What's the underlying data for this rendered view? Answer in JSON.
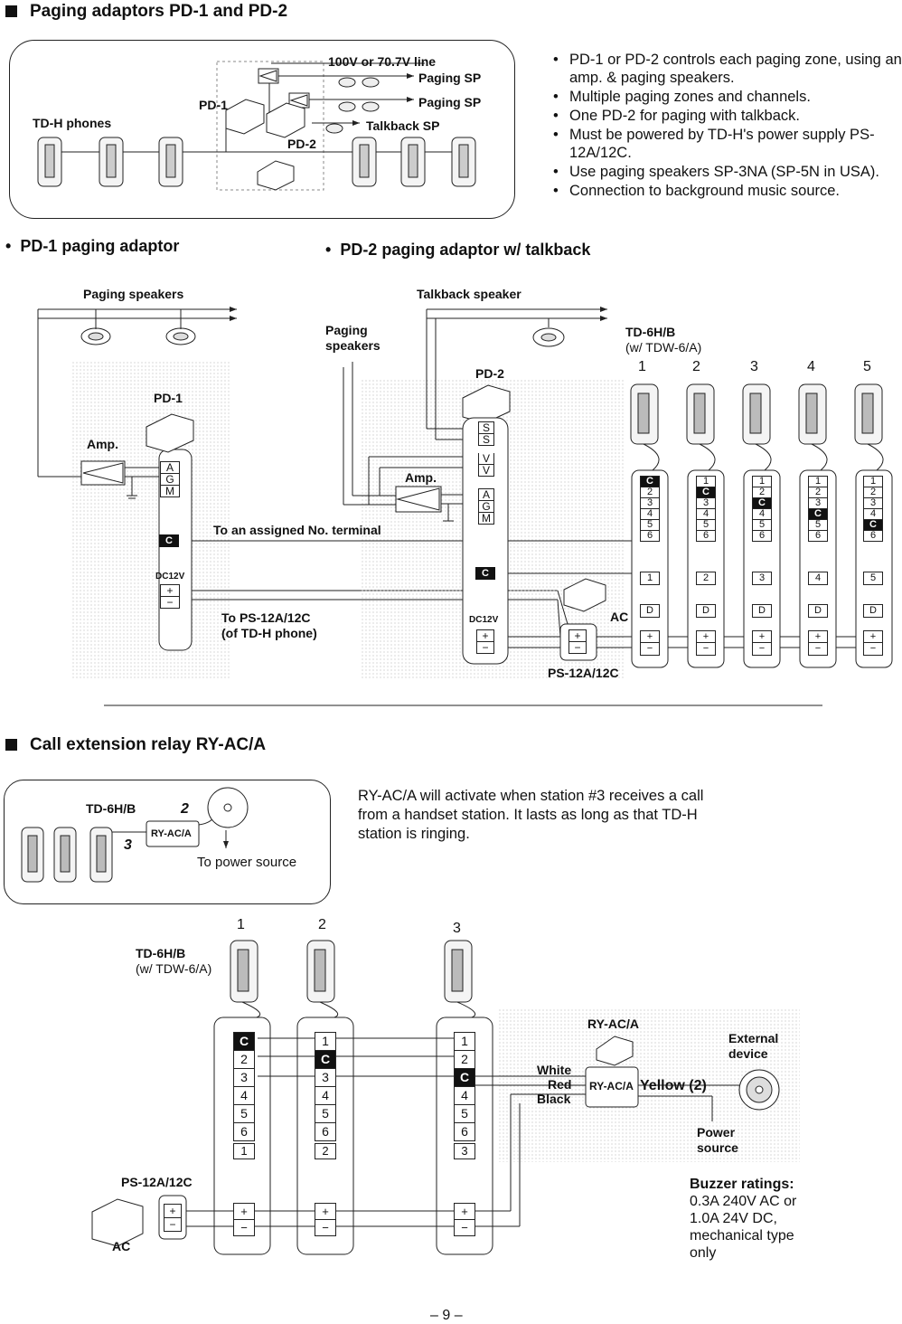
{
  "sections": {
    "paging_title": "Paging adaptors PD-1 and PD-2",
    "relay_title": "Call extension relay RY-AC/A"
  },
  "paging_overview": {
    "labels": {
      "line": "100V or 70.7V line",
      "paging_sp_1": "Paging SP",
      "paging_sp_2": "Paging SP",
      "talkback_sp": "Talkback SP",
      "pd1": "PD-1",
      "pd2": "PD-2",
      "td_h_phones": "TD-H phones"
    },
    "bullets": [
      "PD-1 or PD-2 controls each paging zone, using an amp. & paging speakers.",
      "Multiple paging zones and channels.",
      "One PD-2 for paging with talkback.",
      "Must be powered by TD-H's power supply PS-12A/12C.",
      "Use paging speakers SP-3NA (SP-5N in USA).",
      "Connection to background music source."
    ]
  },
  "pd1_section": {
    "heading": "PD-1 paging adaptor",
    "paging_speakers": "Paging speakers",
    "pd1": "PD-1",
    "amp": "Amp.",
    "terms": [
      "A",
      "G",
      "M"
    ],
    "c_term": "C",
    "dc12v": "DC12V",
    "plus": "+",
    "minus": "−",
    "to_terminal": "To an assigned No. terminal",
    "to_ps_line1": "To PS-12A/12C",
    "to_ps_line2": "(of TD-H phone)"
  },
  "pd2_section": {
    "heading": "PD-2 paging adaptor w/ talkback",
    "talkback_speaker": "Talkback speaker",
    "paging_line1": "Paging",
    "paging_line2": "speakers",
    "pd2": "PD-2",
    "amp": "Amp.",
    "terms": [
      "S",
      "S",
      "V",
      "V",
      "A",
      "G",
      "M"
    ],
    "c_term": "C",
    "dc12v": "DC12V",
    "plus": "+",
    "minus": "−",
    "td6h_line1": "TD-6H/B",
    "td6h_line2": "(w/ TDW-6/A)",
    "station_numbers": [
      "1",
      "2",
      "3",
      "4",
      "5"
    ],
    "ac": "AC",
    "ps": "PS-12A/12C",
    "d": "D",
    "station_cols": [
      [
        "C",
        "2",
        "3",
        "4",
        "5",
        "6"
      ],
      [
        "1",
        "C",
        "3",
        "4",
        "5",
        "6"
      ],
      [
        "1",
        "2",
        "C",
        "4",
        "5",
        "6"
      ],
      [
        "1",
        "2",
        "3",
        "C",
        "5",
        "6"
      ],
      [
        "1",
        "2",
        "3",
        "4",
        "C",
        "6"
      ]
    ]
  },
  "relay_overview": {
    "td6h": "TD-6H/B",
    "num2": "2",
    "num3": "3",
    "relay": "RY-AC/A",
    "to_power": "To power source",
    "description": "RY-AC/A will activate when station #3 receives a call from a handset station. It lasts as long as that TD-H station is ringing."
  },
  "relay_section": {
    "td6h_line1": "TD-6H/B",
    "td6h_line2": "(w/ TDW-6/A)",
    "station_numbers": [
      "1",
      "2",
      "3"
    ],
    "station_cols": [
      [
        "C",
        "2",
        "3",
        "4",
        "5",
        "6"
      ],
      [
        "1",
        "C",
        "3",
        "4",
        "5",
        "6"
      ],
      [
        "1",
        "2",
        "C",
        "4",
        "5",
        "6"
      ]
    ],
    "station_ids": [
      "1",
      "2",
      "3"
    ],
    "relay_title": "RY-AC/A",
    "relay_box": "RY-AC/A",
    "white": "White",
    "red": "Red",
    "black": "Black",
    "yellow": "Yellow (2)",
    "external_line1": "External",
    "external_line2": "device",
    "power_line1": "Power",
    "power_line2": "source",
    "ps": "PS-12A/12C",
    "ac": "AC",
    "plus": "+",
    "minus": "−",
    "buzzer_title": "Buzzer ratings:",
    "buzzer_lines": [
      "0.3A 240V AC or",
      "1.0A 24V DC,",
      "mechanical type",
      "only"
    ]
  },
  "page_number": "– 9 –"
}
